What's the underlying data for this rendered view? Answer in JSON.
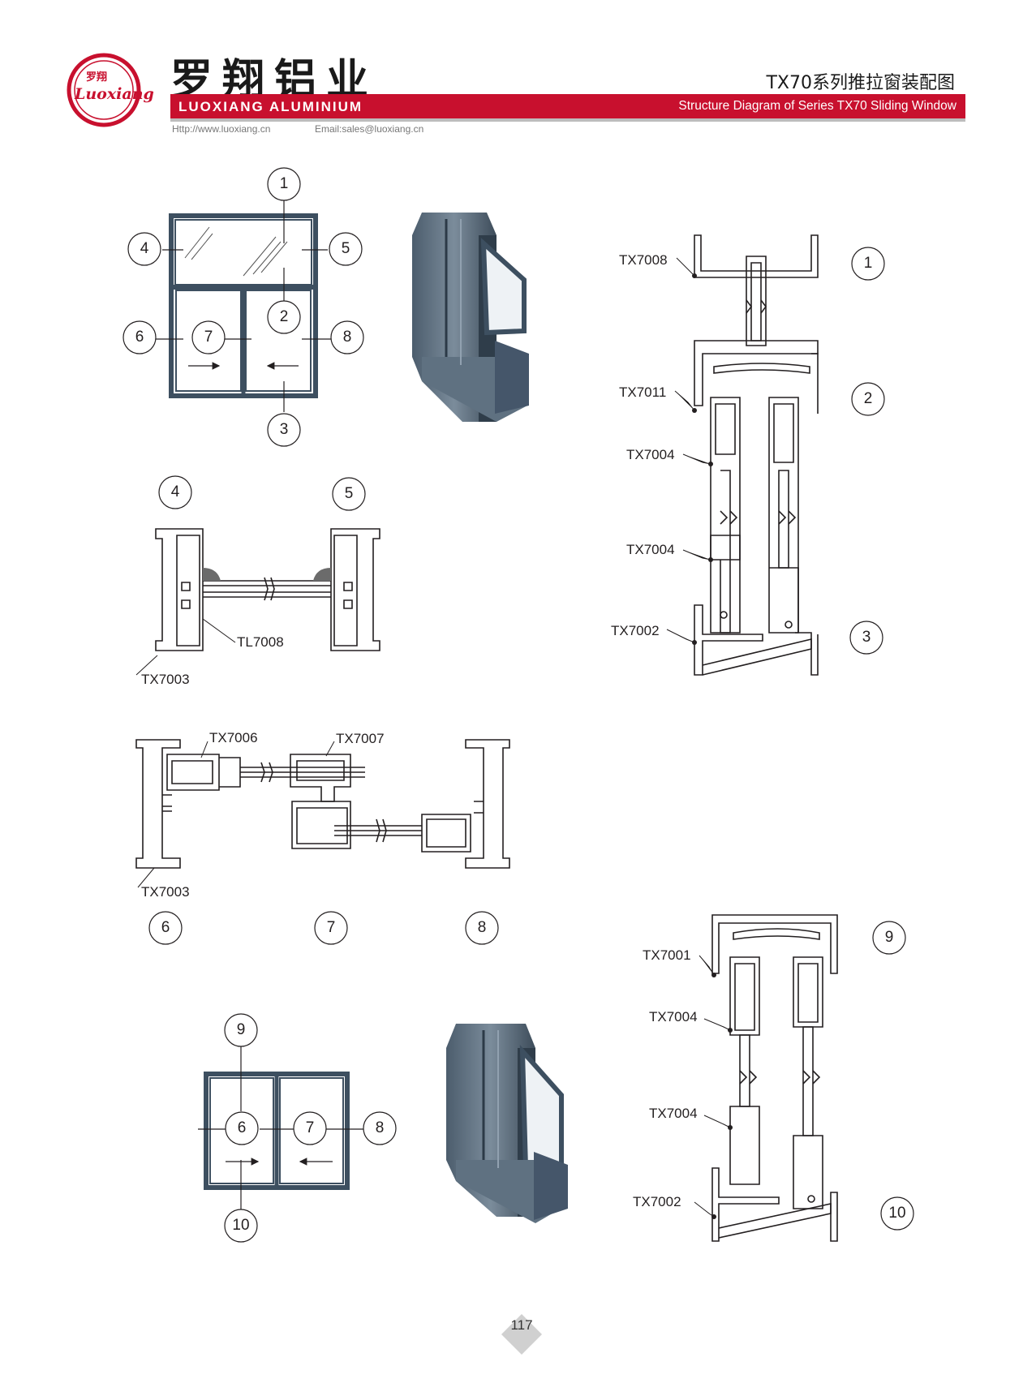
{
  "header": {
    "brand_cn": "罗翔铝业",
    "brand_en": "LUOXIANG ALUMINIUM",
    "logo_cn": "罗翔",
    "logo_en": "Luoxiang",
    "title_cn": "TX70系列推拉窗装配图",
    "title_en": "Structure Diagram of Series TX70 Sliding Window",
    "website": "Http://www.luoxiang.cn",
    "email": "Email:sales@luoxiang.cn",
    "accent_color": "#c8102e"
  },
  "callouts": {
    "c1": "1",
    "c2": "2",
    "c3": "3",
    "c4": "4",
    "c5": "5",
    "c6": "6",
    "c7": "7",
    "c8": "8",
    "c9": "9",
    "c10": "10"
  },
  "labels": {
    "tx7008": "TX7008",
    "tx7011": "TX7011",
    "tx7004": "TX7004",
    "tx7002": "TX7002",
    "tl7008": "TL7008",
    "tx7003": "TX7003",
    "tx7006": "TX7006",
    "tx7007": "TX7007",
    "tx7001": "TX7001"
  },
  "page_number": "117",
  "colors": {
    "frame": "#3d4f60",
    "profile": "#555f6b",
    "outline": "#231f20"
  }
}
